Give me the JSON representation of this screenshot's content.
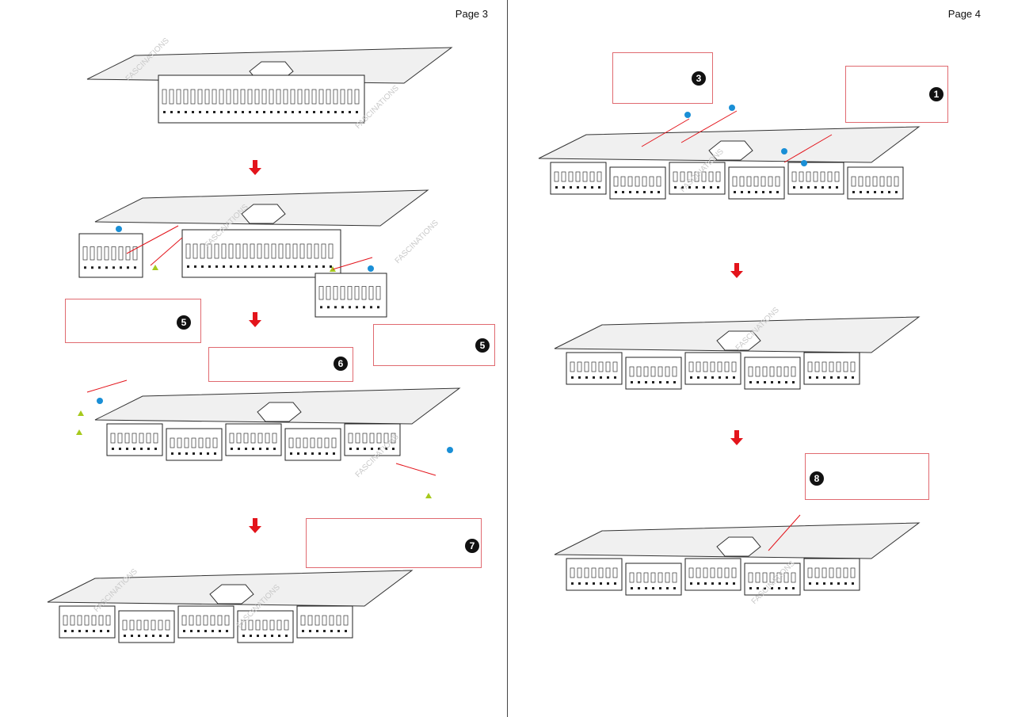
{
  "pages": [
    {
      "label": "Page 3"
    },
    {
      "label": "Page 4"
    }
  ],
  "watermark": "FASCINATIONS",
  "callouts": {
    "left_a": {
      "badge": "5"
    },
    "left_b": {
      "badge": "5"
    },
    "left_c": {
      "badge": "6"
    },
    "left_d": {
      "badge": "7"
    },
    "right_a": {
      "badge": "3"
    },
    "right_b": {
      "badge": "1"
    },
    "right_c": {
      "badge": "8"
    }
  },
  "colors": {
    "arrow": "#e3141b",
    "callout_border": "#e06a70",
    "dot": "#1a8fd6",
    "triangle": "#a6c91d"
  }
}
